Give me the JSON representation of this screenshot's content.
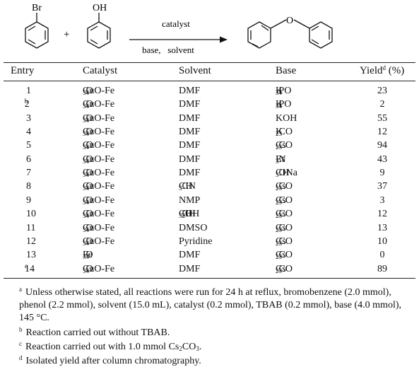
{
  "scheme": {
    "reactant1_label": "Br",
    "plus": "+",
    "reactant2_label": "OH",
    "above_arrow": "catalyst",
    "below_arrow": "base,   solvent",
    "product_label": "O"
  },
  "headers": {
    "entry": "Entry",
    "catalyst": "Catalyst",
    "solvent": "Solvent",
    "base": "Base",
    "yield": "Yield",
    "yield_mark": "d",
    "yield_unit": " (%)"
  },
  "rows": [
    {
      "entry": "1",
      "mark": "",
      "cat": [
        "CuO-Fe",
        "3",
        "O",
        "4",
        ""
      ],
      "sol": [
        "DMF",
        "",
        "",
        "",
        ""
      ],
      "base": [
        "K",
        "3",
        "PO",
        "4",
        ""
      ],
      "yield": "23"
    },
    {
      "entry": "2",
      "mark": "b",
      "cat": [
        "CuO-Fe",
        "3",
        "O",
        "4",
        ""
      ],
      "sol": [
        "DMF",
        "",
        "",
        "",
        ""
      ],
      "base": [
        "K",
        "3",
        "PO",
        "4",
        ""
      ],
      "yield": "2"
    },
    {
      "entry": "3",
      "mark": "",
      "cat": [
        "CuO-Fe",
        "3",
        "O",
        "4",
        ""
      ],
      "sol": [
        "DMF",
        "",
        "",
        "",
        ""
      ],
      "base": [
        "KOH",
        "",
        "",
        "",
        ""
      ],
      "yield": "55"
    },
    {
      "entry": "4",
      "mark": "",
      "cat": [
        "CuO-Fe",
        "3",
        "O",
        "4",
        ""
      ],
      "sol": [
        "DMF",
        "",
        "",
        "",
        ""
      ],
      "base": [
        "K",
        "2",
        "CO",
        "3",
        ""
      ],
      "yield": "12"
    },
    {
      "entry": "5",
      "mark": "",
      "cat": [
        "CuO-Fe",
        "3",
        "O",
        "4",
        ""
      ],
      "sol": [
        "DMF",
        "",
        "",
        "",
        ""
      ],
      "base": [
        "Cs",
        "2",
        "CO",
        "3",
        ""
      ],
      "yield": "94"
    },
    {
      "entry": "6",
      "mark": "",
      "cat": [
        "CuO-Fe",
        "3",
        "O",
        "4",
        ""
      ],
      "sol": [
        "DMF",
        "",
        "",
        "",
        ""
      ],
      "base": [
        "Et",
        "3",
        "N",
        "",
        ""
      ],
      "yield": "43"
    },
    {
      "entry": "7",
      "mark": "",
      "cat": [
        "CuO-Fe",
        "3",
        "O",
        "4",
        ""
      ],
      "sol": [
        "DMF",
        "",
        "",
        "",
        ""
      ],
      "base": [
        "CH",
        "3",
        "ONa",
        "",
        ""
      ],
      "yield": "9"
    },
    {
      "entry": "8",
      "mark": "",
      "cat": [
        "CuO-Fe",
        "3",
        "O",
        "4",
        ""
      ],
      "sol": [
        "CH",
        "3",
        "CN",
        "",
        ""
      ],
      "base": [
        "Cs",
        "2",
        "CO",
        "3",
        ""
      ],
      "yield": "37"
    },
    {
      "entry": "9",
      "mark": "",
      "cat": [
        "CuO-Fe",
        "3",
        "O",
        "4",
        ""
      ],
      "sol": [
        "NMP",
        "",
        "",
        "",
        ""
      ],
      "base": [
        "Cs",
        "2",
        "CO",
        "3",
        ""
      ],
      "yield": "3"
    },
    {
      "entry": "10",
      "mark": "",
      "cat": [
        "CuO-Fe",
        "3",
        "O",
        "4",
        ""
      ],
      "sol": [
        "CH",
        "3",
        "CH",
        "2",
        "OH"
      ],
      "base": [
        "Cs",
        "2",
        "CO",
        "3",
        ""
      ],
      "yield": "12"
    },
    {
      "entry": "11",
      "mark": "",
      "cat": [
        "CuO-Fe",
        "3",
        "O",
        "4",
        ""
      ],
      "sol": [
        "DMSO",
        "",
        "",
        "",
        ""
      ],
      "base": [
        "Cs",
        "2",
        "CO",
        "3",
        ""
      ],
      "yield": "13"
    },
    {
      "entry": "12",
      "mark": "",
      "cat": [
        "CuO-Fe",
        "3",
        "O",
        "4",
        ""
      ],
      "sol": [
        "Pyridine",
        "",
        "",
        "",
        ""
      ],
      "base": [
        "Cs",
        "2",
        "CO",
        "3",
        ""
      ],
      "yield": "10"
    },
    {
      "entry": "13",
      "mark": "",
      "cat": [
        "Fe",
        "3",
        "O",
        "4",
        ""
      ],
      "sol": [
        "DMF",
        "",
        "",
        "",
        ""
      ],
      "base": [
        "Cs",
        "2",
        "CO",
        "3",
        ""
      ],
      "yield": "0"
    },
    {
      "entry": "14",
      "mark": "c",
      "cat": [
        "CuO-Fe",
        "3",
        "O",
        "4",
        ""
      ],
      "sol": [
        "DMF",
        "",
        "",
        "",
        ""
      ],
      "base": [
        "Cs",
        "2",
        "CO",
        "3",
        ""
      ],
      "yield": "89"
    }
  ],
  "footnotes": {
    "a_mark": "a",
    "a_text": "Unless otherwise stated, all reactions were run for 24 h at reflux, bromobenzene (2.0 mmol), phenol (2.2 mmol), solvent (15.0 mL), catalyst (0.2 mmol), TBAB (0.2 mmol), base (4.0 mmol), 145 °C.",
    "b_mark": "b",
    "b_text": "Reaction carried out without TBAB.",
    "c_mark": "c",
    "c_text_pre": "Reaction carried out with 1.0 mmol Cs",
    "c_sub1": "2",
    "c_text_mid": "CO",
    "c_sub2": "3",
    "c_text_post": ".",
    "d_mark": "d",
    "d_text": "Isolated yield after column chromatography."
  }
}
